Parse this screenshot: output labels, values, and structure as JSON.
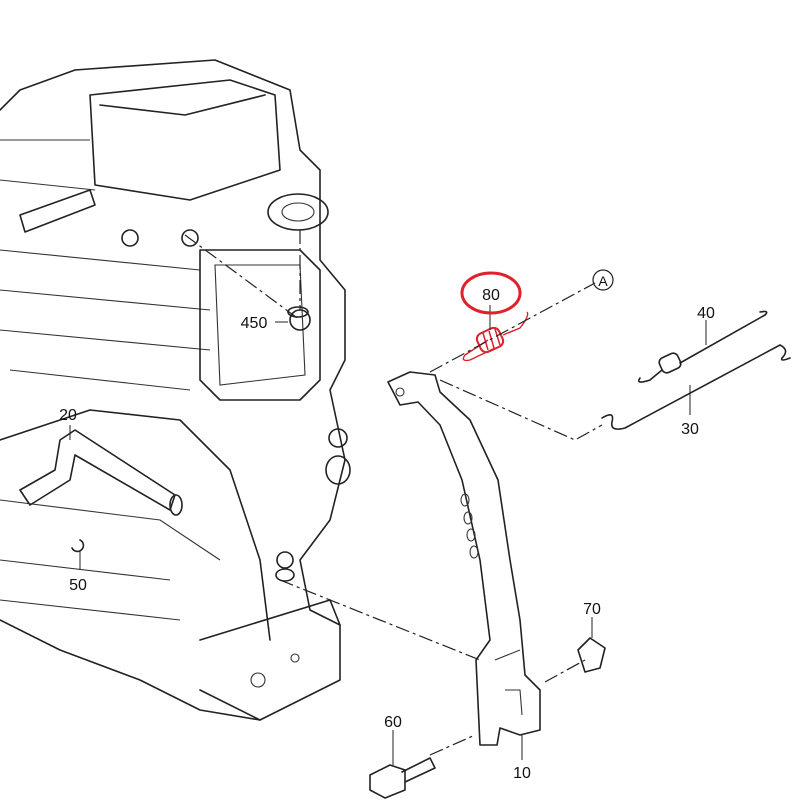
{
  "diagram": {
    "callouts": {
      "p80": "80",
      "pA": "A",
      "p40": "40",
      "p30": "30",
      "p450": "450",
      "p20": "20",
      "p50": "50",
      "p70": "70",
      "p60": "60",
      "p10": "10"
    },
    "highlight_color": "#e0202a",
    "line_color": "#222222"
  }
}
